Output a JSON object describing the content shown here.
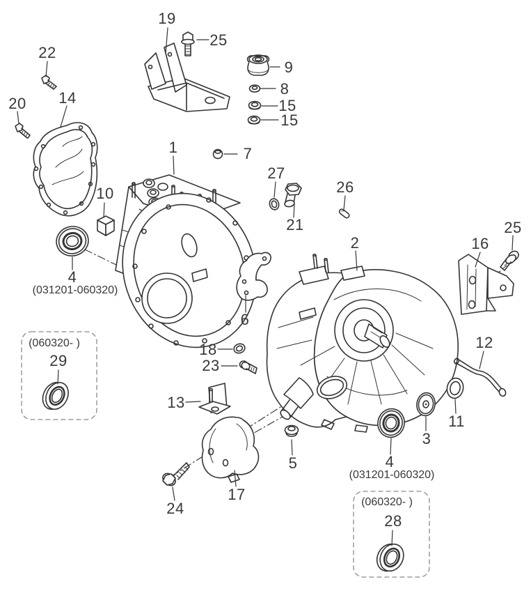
{
  "diagram": {
    "type": "exploded-parts-diagram",
    "subject": "Manual transaxle / transmission case assembly",
    "background": "#ffffff",
    "line_color": "#333333",
    "label_color": "#383838",
    "callouts": {
      "p1": "1",
      "p2": "2",
      "p3": "3",
      "p4a": "4",
      "p4b": "4",
      "p5": "5",
      "p6": "6",
      "p7": "7",
      "p8": "8",
      "p9": "9",
      "p10": "10",
      "p11": "11",
      "p12": "12",
      "p13": "13",
      "p14": "14",
      "p15a": "15",
      "p15b": "15",
      "p16": "16",
      "p17": "17",
      "p18": "18",
      "p19": "19",
      "p20": "20",
      "p21": "21",
      "p22": "22",
      "p23": "23",
      "p24": "24",
      "p25a": "25",
      "p25b": "25",
      "p26": "26",
      "p27": "27",
      "p28": "28",
      "p29": "29"
    },
    "date_ranges": {
      "left": "(031201-060320)",
      "right": "(031201-060320)"
    },
    "insets": {
      "left": {
        "range": "(060320- )",
        "part": "29"
      },
      "bottom": {
        "range": "(060320- )",
        "part": "28"
      }
    }
  }
}
